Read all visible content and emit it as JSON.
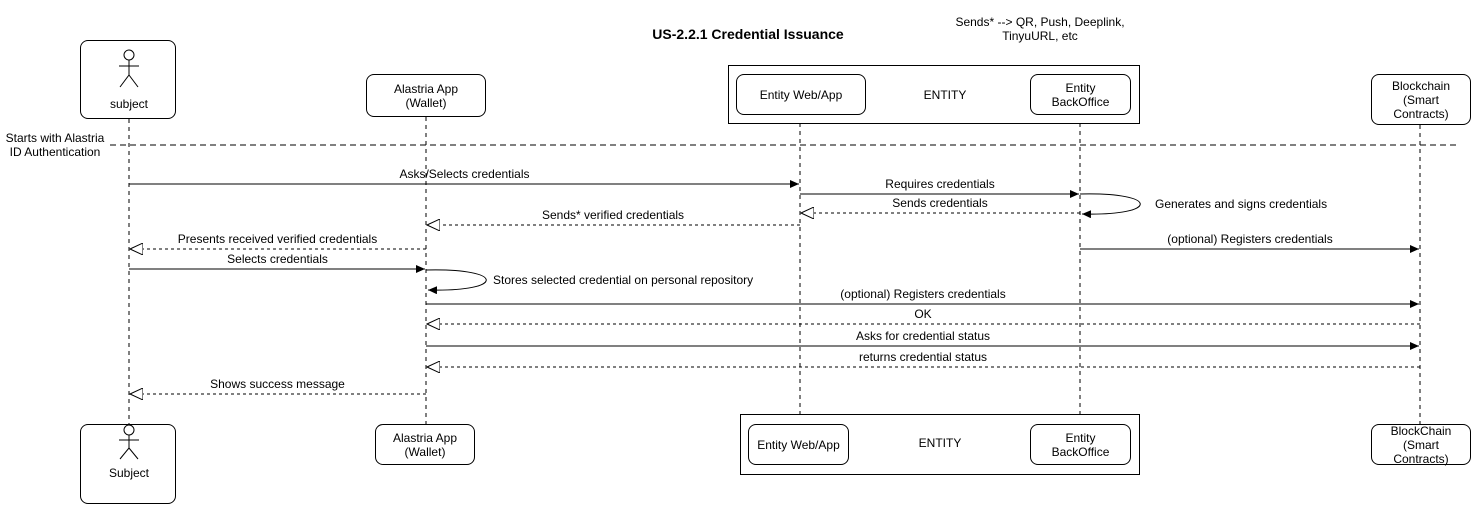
{
  "title": "US-2.2.1 Credential Issuance",
  "sends_note": "Sends* --> QR, Push, Deeplink,\nTinyuURL, etc",
  "start_note": "Starts with Alastria\nID Authentication",
  "top": {
    "subject": "subject",
    "wallet": "Alastria App\n(Wallet)",
    "entity_web": "Entity Web/App",
    "entity_label": "ENTITY",
    "entity_backoffice": "Entity\nBackOffice",
    "blockchain": "Blockchain\n(Smart\nContracts)"
  },
  "bottom": {
    "subject": "Subject",
    "wallet": "Alastria App\n(Wallet)",
    "entity_web": "Entity Web/App",
    "entity_label": "ENTITY",
    "entity_backoffice": "Entity\nBackOffice",
    "blockchain": "BlockChain\n(Smart\nContracts)"
  },
  "messages": [
    {
      "text": "Asks/Selects credentials",
      "from": "subject",
      "to": "entity_web",
      "kind": "sync"
    },
    {
      "text": "Requires credentials",
      "from": "entity_web",
      "to": "entity_backoffice",
      "kind": "sync"
    },
    {
      "text": "Generates and signs credentials",
      "from": "entity_backoffice",
      "to": "entity_backoffice",
      "kind": "self"
    },
    {
      "text": "Sends credentials",
      "from": "entity_backoffice",
      "to": "entity_web",
      "kind": "reply"
    },
    {
      "text": "Sends* verified credentials",
      "from": "entity_web",
      "to": "wallet",
      "kind": "reply"
    },
    {
      "text": "(optional)  Registers credentials",
      "from": "entity_backoffice",
      "to": "blockchain",
      "kind": "sync"
    },
    {
      "text": "Presents received verified credentials",
      "from": "wallet",
      "to": "subject",
      "kind": "reply"
    },
    {
      "text": "Selects credentials",
      "from": "subject",
      "to": "wallet",
      "kind": "sync"
    },
    {
      "text": "Stores selected credential on personal repository",
      "from": "wallet",
      "to": "wallet",
      "kind": "self"
    },
    {
      "text": "(optional)  Registers credentials",
      "from": "wallet",
      "to": "blockchain",
      "kind": "sync"
    },
    {
      "text": "OK",
      "from": "blockchain",
      "to": "wallet",
      "kind": "reply"
    },
    {
      "text": "Asks for credential status",
      "from": "wallet",
      "to": "blockchain",
      "kind": "sync"
    },
    {
      "text": "returns credential status",
      "from": "blockchain",
      "to": "wallet",
      "kind": "reply"
    },
    {
      "text": "Shows success message",
      "from": "wallet",
      "to": "subject",
      "kind": "reply"
    }
  ]
}
